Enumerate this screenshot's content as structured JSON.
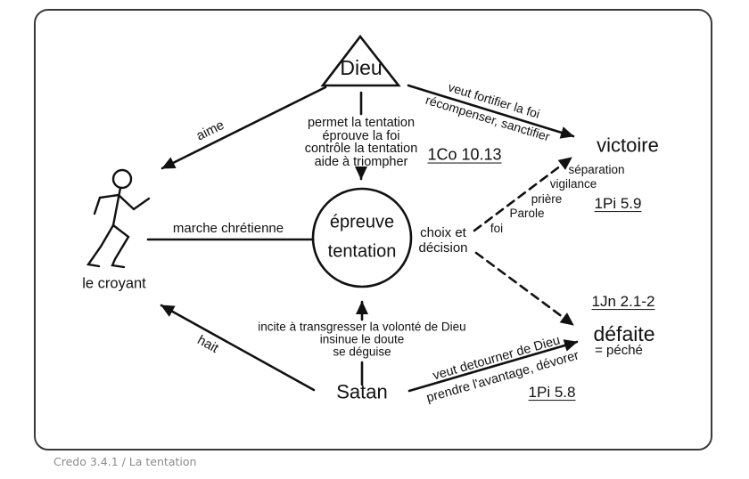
{
  "frame": {
    "border_color": "#3a3a3a",
    "background": "#ffffff",
    "ink_color": "#111111"
  },
  "footer": {
    "caption": "Credo 3.4.1 / La tentation"
  },
  "nodes": {
    "dieu": {
      "label": "Dieu"
    },
    "circle": {
      "line1": "épreuve",
      "line2": "tentation"
    },
    "croyant": {
      "label": "le croyant"
    },
    "satan": {
      "label": "Satan"
    },
    "victoire": {
      "label": "victoire",
      "ref": "1Pi 5.9"
    },
    "defaite": {
      "label": "défaite",
      "equals": "= péché",
      "ref_top": "1Jn 2.1-2",
      "ref_bottom": "1Pi 5.8"
    }
  },
  "edges": {
    "aime": {
      "label": "aime"
    },
    "hait": {
      "label": "hait"
    },
    "marche": {
      "label": "marche chrétienne"
    },
    "dieu_to_circle": {
      "lines": [
        "permet la tentation",
        "éprouve la foi",
        "contrôle la tentation",
        "aide à triompher"
      ],
      "ref": "1Co 10.13"
    },
    "dieu_to_victoire": {
      "lines": [
        "veut fortifier la foi",
        "récompenser, sanctifier"
      ]
    },
    "satan_to_circle": {
      "lines": [
        "incite à transgresser la volonté de Dieu",
        "insinue le doute",
        "se déguise"
      ]
    },
    "satan_to_defaite": {
      "lines": [
        "veut detourner de Dieu",
        "prendre l'avantage, dévorer"
      ]
    },
    "choice": {
      "lines": [
        "choix et",
        "décision"
      ]
    },
    "means": {
      "labels": [
        "séparation",
        "vigilance",
        "prière",
        "Parole",
        "foi"
      ]
    }
  }
}
